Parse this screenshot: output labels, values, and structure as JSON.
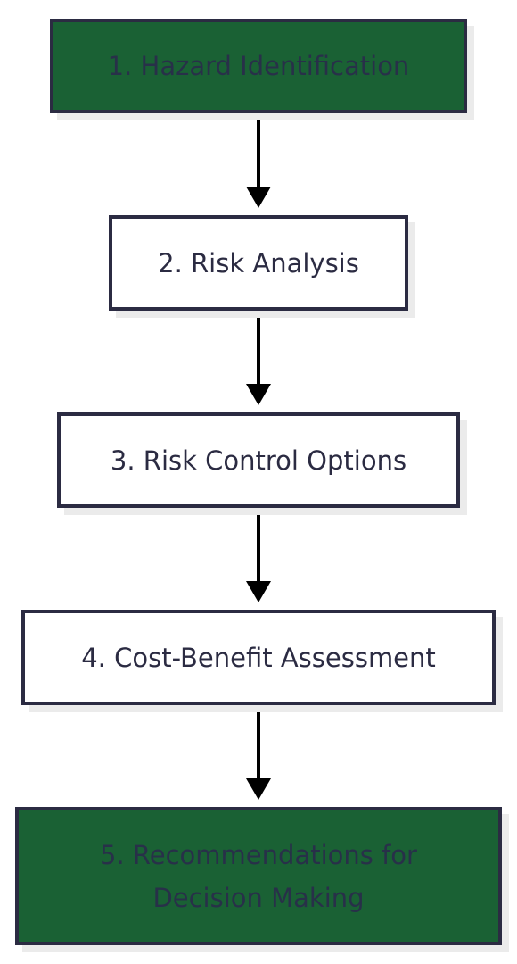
{
  "diagram": {
    "steps": [
      {
        "label": "1. Hazard Identification",
        "fill": "#1a6134"
      },
      {
        "label": "2. Risk Analysis",
        "fill": "#ffffff"
      },
      {
        "label": "3. Risk Control Options",
        "fill": "#ffffff"
      },
      {
        "label": "4. Cost-Benefit Assessment",
        "fill": "#ffffff"
      },
      {
        "label": "5. Recommendations for Decision Making",
        "fill": "#1a6134"
      }
    ],
    "colors": {
      "border": "#2b2b42",
      "text": "#2b2b42",
      "arrow": "#000000",
      "shadow": "#ebebeb"
    }
  }
}
